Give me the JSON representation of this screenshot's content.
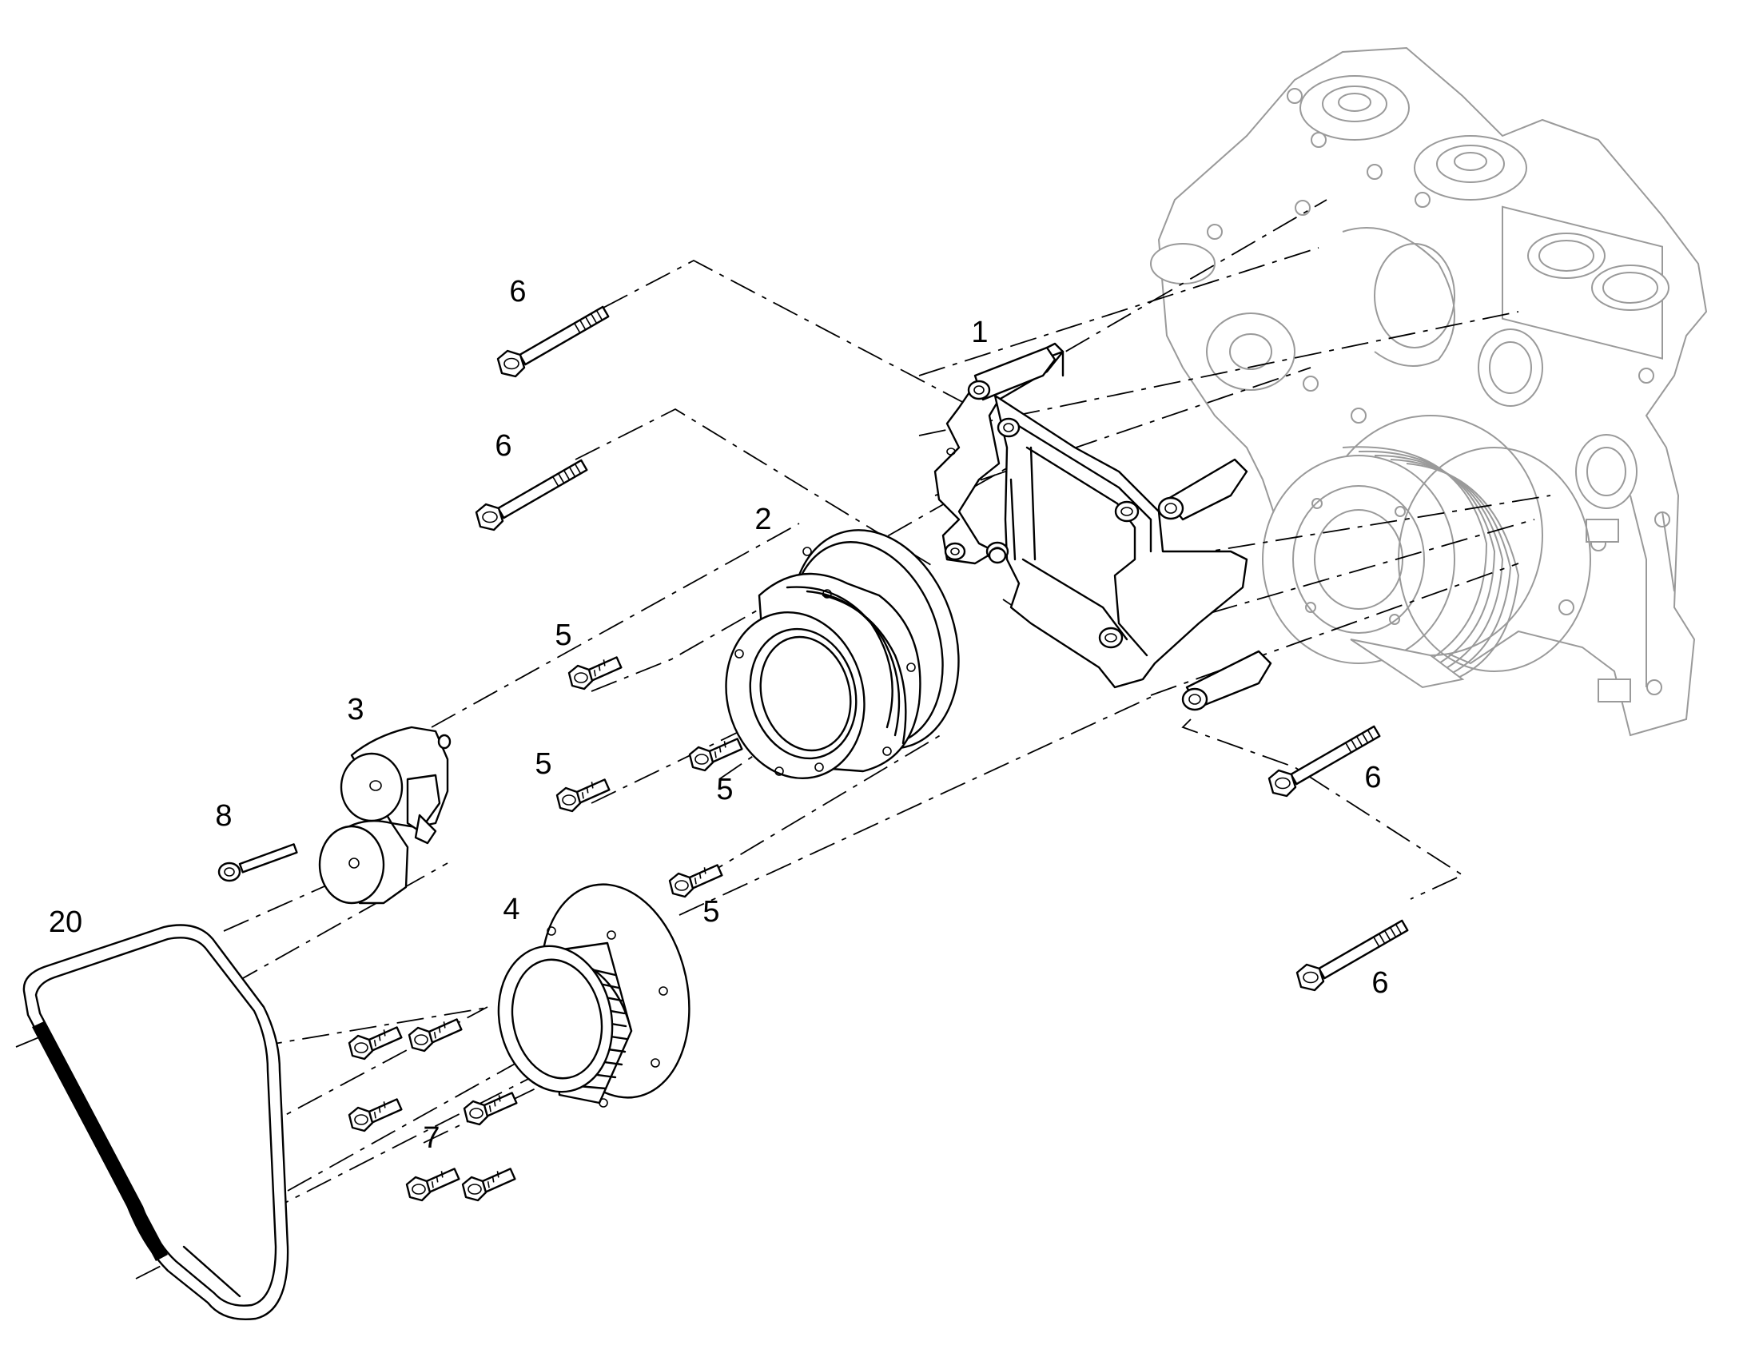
{
  "callouts": {
    "c1": "1",
    "c2": "2",
    "c3": "3",
    "c4": "4",
    "c5a": "5",
    "c5b": "5",
    "c5c": "5",
    "c5d": "5",
    "c6a": "6",
    "c6b": "6",
    "c6c": "6",
    "c6d": "6",
    "c7": "7",
    "c8": "8",
    "c20": "20"
  }
}
